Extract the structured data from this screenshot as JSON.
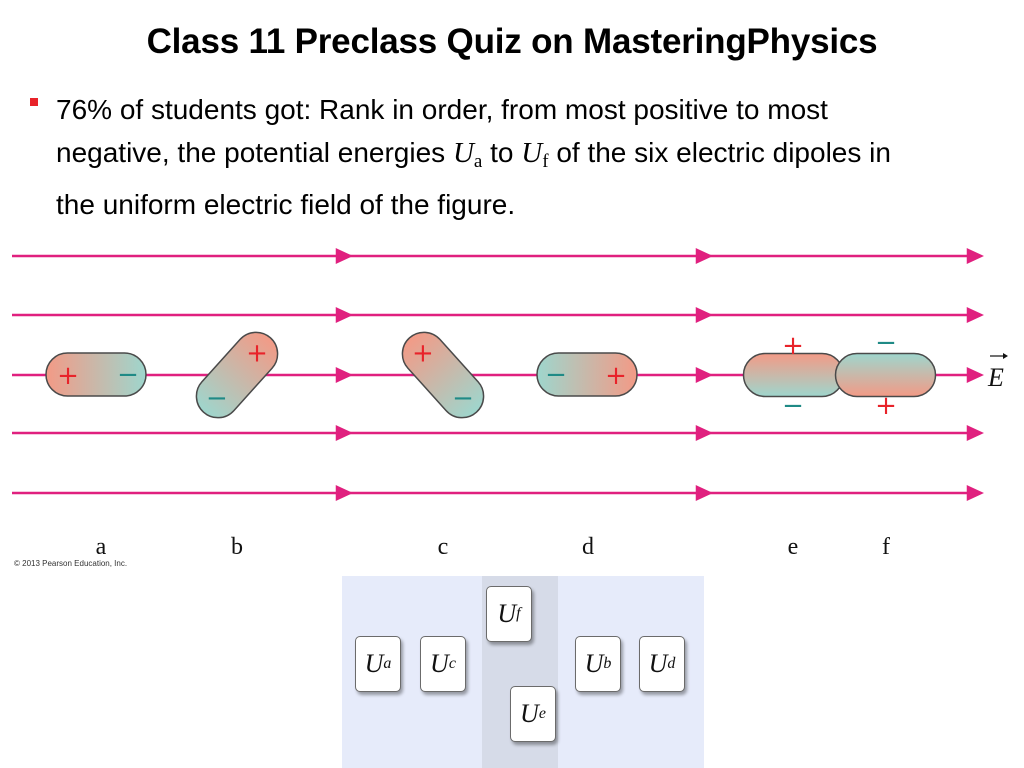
{
  "slide": {
    "title": "Class 11 Preclass Quiz on MasteringPhysics",
    "bullet": {
      "part1": "76% of students got: Rank in order, from most positive to most negative, the potential energies ",
      "u_symbol": "U",
      "sub_a": "a",
      "to_word": " to ",
      "sub_f": "f",
      "part2": " of the six electric dipoles in the uniform electric field of the figure."
    },
    "bullet_color": "#e8232a"
  },
  "figure": {
    "field_line_color": "#e0207f",
    "field_label": "E",
    "dipole_labels": [
      "a",
      "b",
      "c",
      "d",
      "e",
      "f"
    ],
    "plus_sign": "+",
    "minus_sign": "−",
    "copyright": "© 2013 Pearson Education, Inc."
  },
  "ranking": {
    "tiles": [
      {
        "letter": "U",
        "sub": "a"
      },
      {
        "letter": "U",
        "sub": "c"
      },
      {
        "letter": "U",
        "sub": "f"
      },
      {
        "letter": "U",
        "sub": "e"
      },
      {
        "letter": "U",
        "sub": "b"
      },
      {
        "letter": "U",
        "sub": "d"
      }
    ]
  }
}
